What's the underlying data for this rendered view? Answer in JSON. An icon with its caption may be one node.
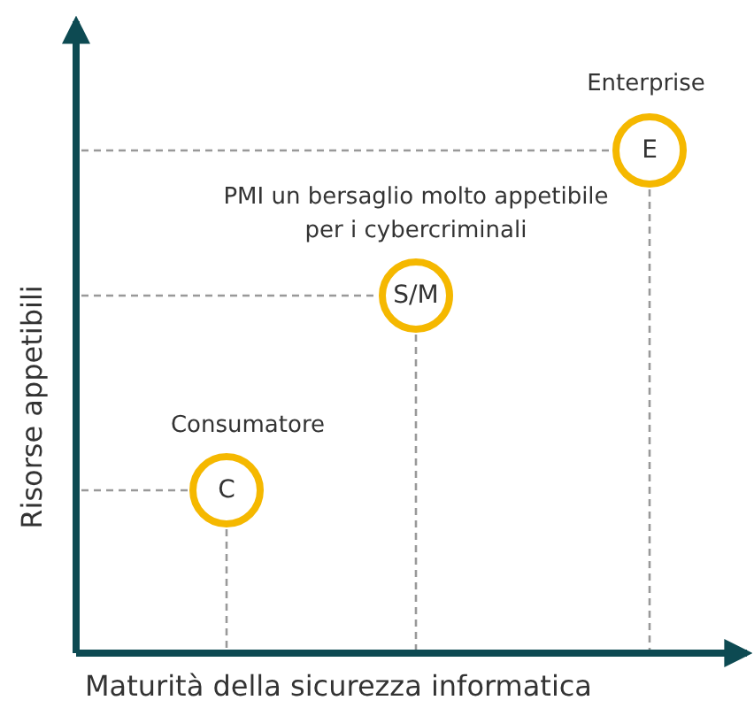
{
  "diagram": {
    "nodes": [
      {
        "text": [
          "E"
        ],
        "beside": [
          "Enterprise"
        ]
      },
      {
        "text": [
          "S/M"
        ],
        "beside": [
          "PMI un bersaglio molto appetibile per i cybercriminali"
        ]
      },
      {
        "text": [
          "C"
        ],
        "beside": [
          "Consumatore"
        ]
      }
    ],
    "labels": [
      "Risorse appetibili",
      "Maturità della sicurezza informatica"
    ]
  }
}
